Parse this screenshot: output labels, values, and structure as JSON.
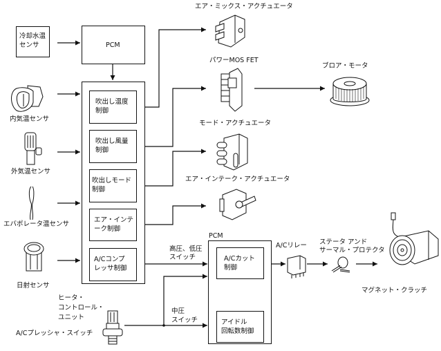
{
  "diagram": {
    "title": "",
    "inputs": {
      "coolant_sensor": "冷却水温\nセンサ",
      "cabin_temp_sensor": "内気温センサ",
      "ambient_temp_sensor": "外気温センサ",
      "evaporator_temp_sensor": "エバポレータ温センサ",
      "solar_sensor": "日射センサ",
      "ac_pressure_switch": "A/Cプレッシャ・スイッチ"
    },
    "pcm_top": {
      "label": "PCM"
    },
    "heater_control_unit": {
      "label": "ヒータ・\nコントロール・\nユニット",
      "blocks": [
        {
          "label": "吹出し温度\n制御"
        },
        {
          "label": "吹出し風量\n制御"
        },
        {
          "label": "吹出しモード\n制御"
        },
        {
          "label": "エア・インテ\nーク制御"
        },
        {
          "label": "A/Cコンプ\nレッサ制御"
        }
      ]
    },
    "outputs": {
      "air_mix_actuator": "エア・ミックス・アクチュエータ",
      "power_mos_fet": "パワーMOS FET",
      "blower_motor": "ブロア・モータ",
      "mode_actuator": "モード・アクチュエータ",
      "air_intake_actuator": "エア・インテーク・アクチュエータ"
    },
    "pcm_bottom": {
      "label": "PCM",
      "blocks": [
        {
          "label": "A/Cカット\n制御"
        },
        {
          "label": "アイドル\n回転数制御"
        }
      ]
    },
    "signals": {
      "high_low_switch": "高圧、低圧\nスイッチ",
      "mid_switch": "中圧\nスイッチ"
    },
    "ac_chain": {
      "ac_relay": "A/Cリレー",
      "stator_thermal_protector": "ステータ アンド\nサーマル・プロテクタ",
      "magnet_clutch": "マグネット・クラッチ"
    }
  }
}
